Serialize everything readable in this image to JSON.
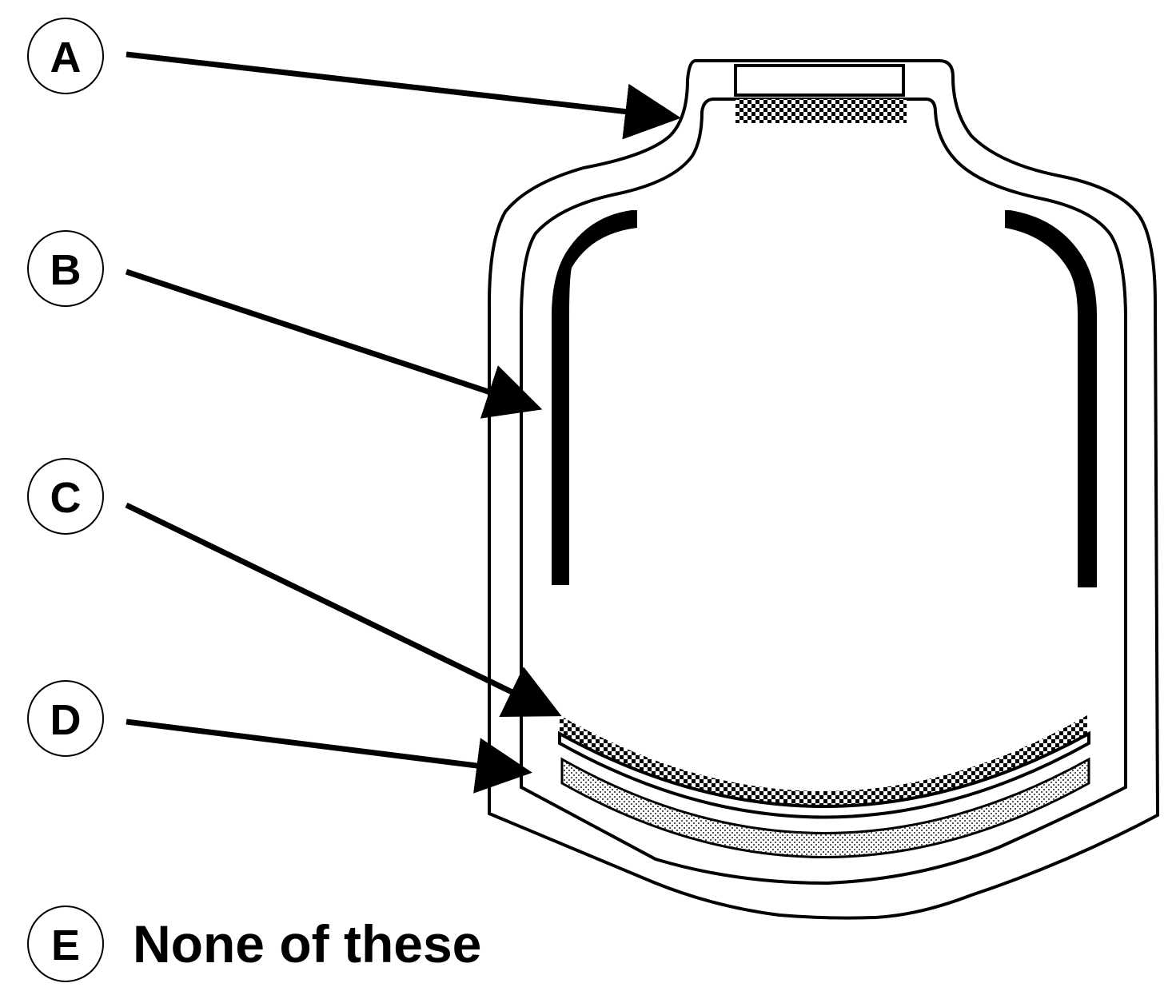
{
  "options": [
    {
      "id": "A",
      "label": "A"
    },
    {
      "id": "B",
      "label": "B"
    },
    {
      "id": "C",
      "label": "C"
    },
    {
      "id": "D",
      "label": "D"
    },
    {
      "id": "E",
      "label": "E",
      "text": "None of these"
    }
  ],
  "colors": {
    "ink": "#000000",
    "paper": "#ffffff",
    "stipple_dark": "#000000",
    "stipple_light": "#555555"
  }
}
